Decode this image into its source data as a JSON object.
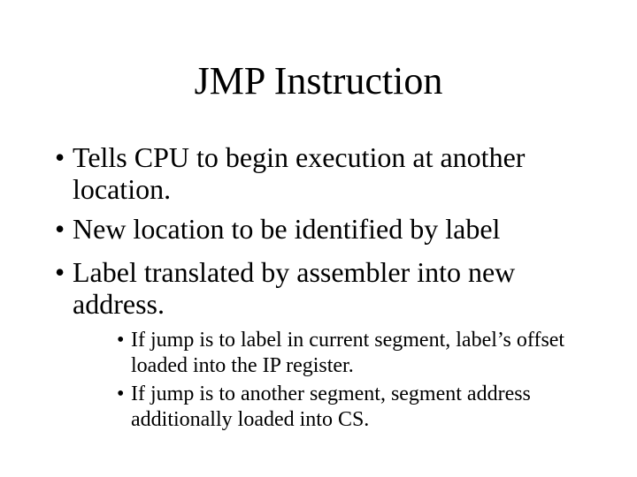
{
  "slide": {
    "title": "JMP Instruction",
    "bullet_glyph": "•",
    "colors": {
      "background": "#ffffff",
      "text": "#000000"
    },
    "bullets": [
      {
        "level": 1,
        "lines": [
          "Tells CPU to begin execution at another",
          "location."
        ]
      },
      {
        "level": 1,
        "lines": [
          "New location to be identified by label"
        ]
      },
      {
        "level": 1,
        "lines": [
          "Label translated by assembler into new",
          "address."
        ]
      },
      {
        "level": 2,
        "lines": [
          "If jump is to label in current segment, label’s offset",
          "loaded into the IP register."
        ]
      },
      {
        "level": 2,
        "lines": [
          "If jump is to another segment, segment address",
          "additionally loaded into CS."
        ]
      }
    ]
  }
}
